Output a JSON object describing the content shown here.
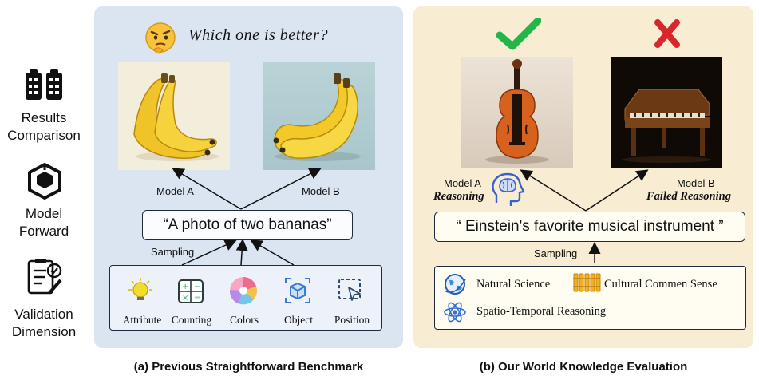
{
  "side": {
    "results": "Results\nComparison",
    "model": "Model\nForward",
    "validation": "Validation\nDimension"
  },
  "panel_a": {
    "question": "Which one is better?",
    "model_a": "Model A",
    "model_b": "Model B",
    "prompt": "“A photo of two bananas”",
    "sampling": "Sampling",
    "dimensions": [
      "Attribute",
      "Counting",
      "Colors",
      "Object",
      "Position"
    ],
    "caption": "(a) Previous Straightforward Benchmark"
  },
  "panel_b": {
    "model_a": "Model A",
    "model_a_note": "Reasoning",
    "model_b": "Model B",
    "model_b_note": "Failed Reasoning",
    "prompt": "“ Einstein's favorite musical instrument ”",
    "sampling": "Sampling",
    "knowledge": [
      "Natural Science",
      "Cultural Commen Sense",
      "Spatio-Temporal Reasoning"
    ],
    "caption": "(b) Our World Knowledge Evaluation"
  },
  "colors": {
    "panel_a_bg": "#dbe4f1",
    "panel_b_bg": "#f8ecd2",
    "check": "#22b54a",
    "cross": "#d8262a"
  }
}
